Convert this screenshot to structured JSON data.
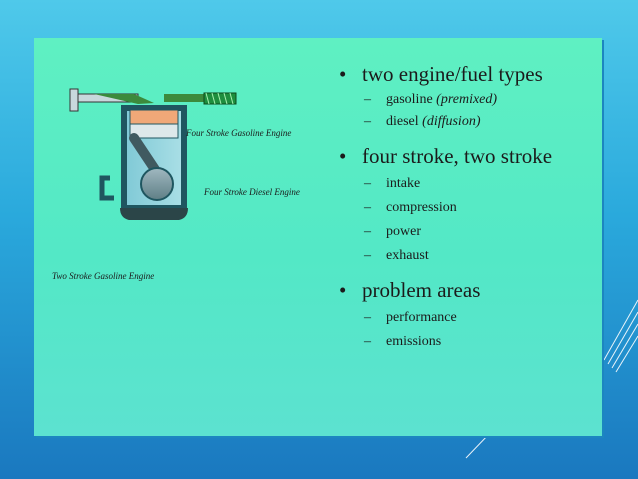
{
  "slide": {
    "bullets": [
      {
        "text": "two engine/fuel types",
        "subs": [
          {
            "text": "gasoline",
            "note": "(premixed)"
          },
          {
            "text": "diesel",
            "note": "(diffusion)"
          }
        ]
      },
      {
        "text": "four stroke, two stroke",
        "subs": [
          {
            "text": "intake"
          },
          {
            "text": "compression"
          },
          {
            "text": "power"
          },
          {
            "text": "exhaust"
          }
        ]
      },
      {
        "text": "problem areas",
        "subs": [
          {
            "text": "performance"
          },
          {
            "text": "emissions"
          }
        ]
      }
    ]
  },
  "diagram": {
    "label_four_stroke_gasoline": "Four Stroke Gasoline Engine",
    "label_four_stroke_diesel": "Four Stroke Diesel Engine",
    "label_two_stroke_gasoline": "Two Stroke Gasoline Engine"
  },
  "colors": {
    "background_top": "#4fc9ea",
    "background_bottom": "#1a78bf",
    "slide_bg": "#57ecc4",
    "engine_outline": "#1f5660",
    "piston": "#f0a878"
  }
}
